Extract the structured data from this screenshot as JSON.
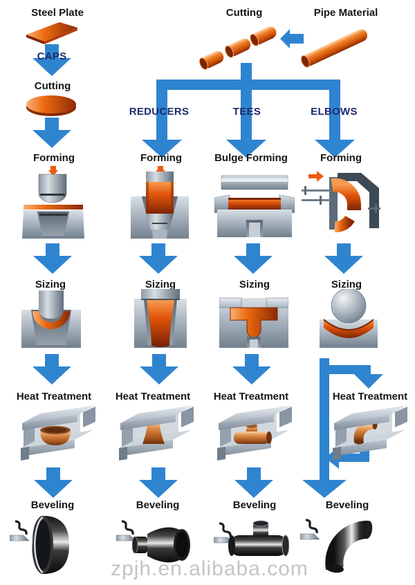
{
  "header": {
    "steel_plate": "Steel Plate",
    "cutting": "Cutting",
    "pipe_material": "Pipe Material"
  },
  "branches": {
    "caps": {
      "label": "CAPS",
      "cutting": "Cutting",
      "forming": "Forming",
      "sizing": "Sizing",
      "heat_treatment": "Heat Treatment",
      "beveling": "Beveling"
    },
    "reducers": {
      "label": "REDUCERS",
      "forming": "Forming",
      "sizing": "Sizing",
      "heat_treatment": "Heat Treatment",
      "beveling": "Beveling"
    },
    "tees": {
      "label": "TEES",
      "forming": "Bulge Forming",
      "sizing": "Sizing",
      "heat_treatment": "Heat Treatment",
      "beveling": "Beveling"
    },
    "elbows": {
      "label": "ELBOWS",
      "forming": "Forming",
      "sizing": "Sizing",
      "heat_treatment": "Heat Treatment",
      "beveling": "Beveling"
    }
  },
  "watermark": "zpjh.en.alibaba.com",
  "colors": {
    "arrow_blue": "#2f84d0",
    "branch_navy": "#1b2c6e",
    "label_black": "#161616",
    "orange": "#e8560f",
    "watermark_gray": "#c4c4c4"
  }
}
